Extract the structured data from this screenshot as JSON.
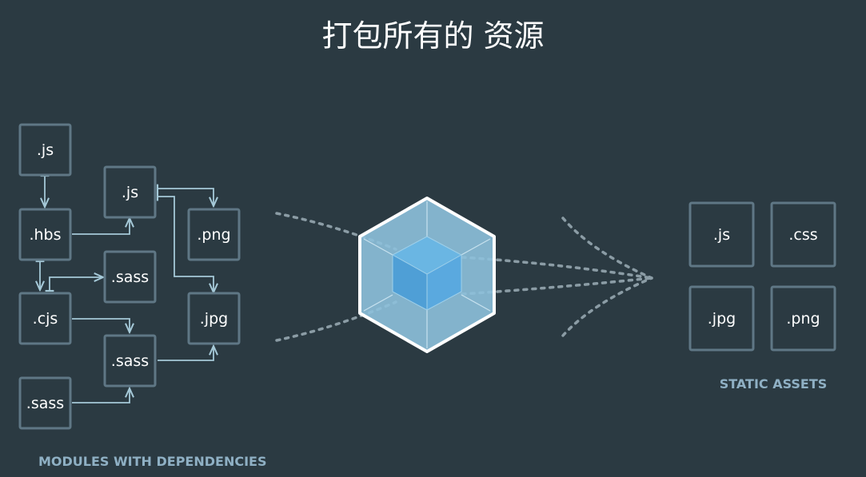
{
  "title": "打包所有的 资源",
  "modules": {
    "caption": "MODULES WITH DEPENDENCIES",
    "items": [
      ".js",
      ".js",
      ".hbs",
      ".png",
      ".sass",
      ".cjs",
      ".jpg",
      ".sass",
      ".sass"
    ]
  },
  "assets": {
    "caption": "STATIC ASSETS",
    "items": [
      ".js",
      ".css",
      ".jpg",
      ".png"
    ]
  },
  "colors": {
    "background": "#2b3a42",
    "box_border": "#5f7785",
    "link": "#a5c9d8",
    "cube_outer": "#8dc1dc",
    "cube_inner": "#5aa9df",
    "caption": "#8fb0c4"
  }
}
